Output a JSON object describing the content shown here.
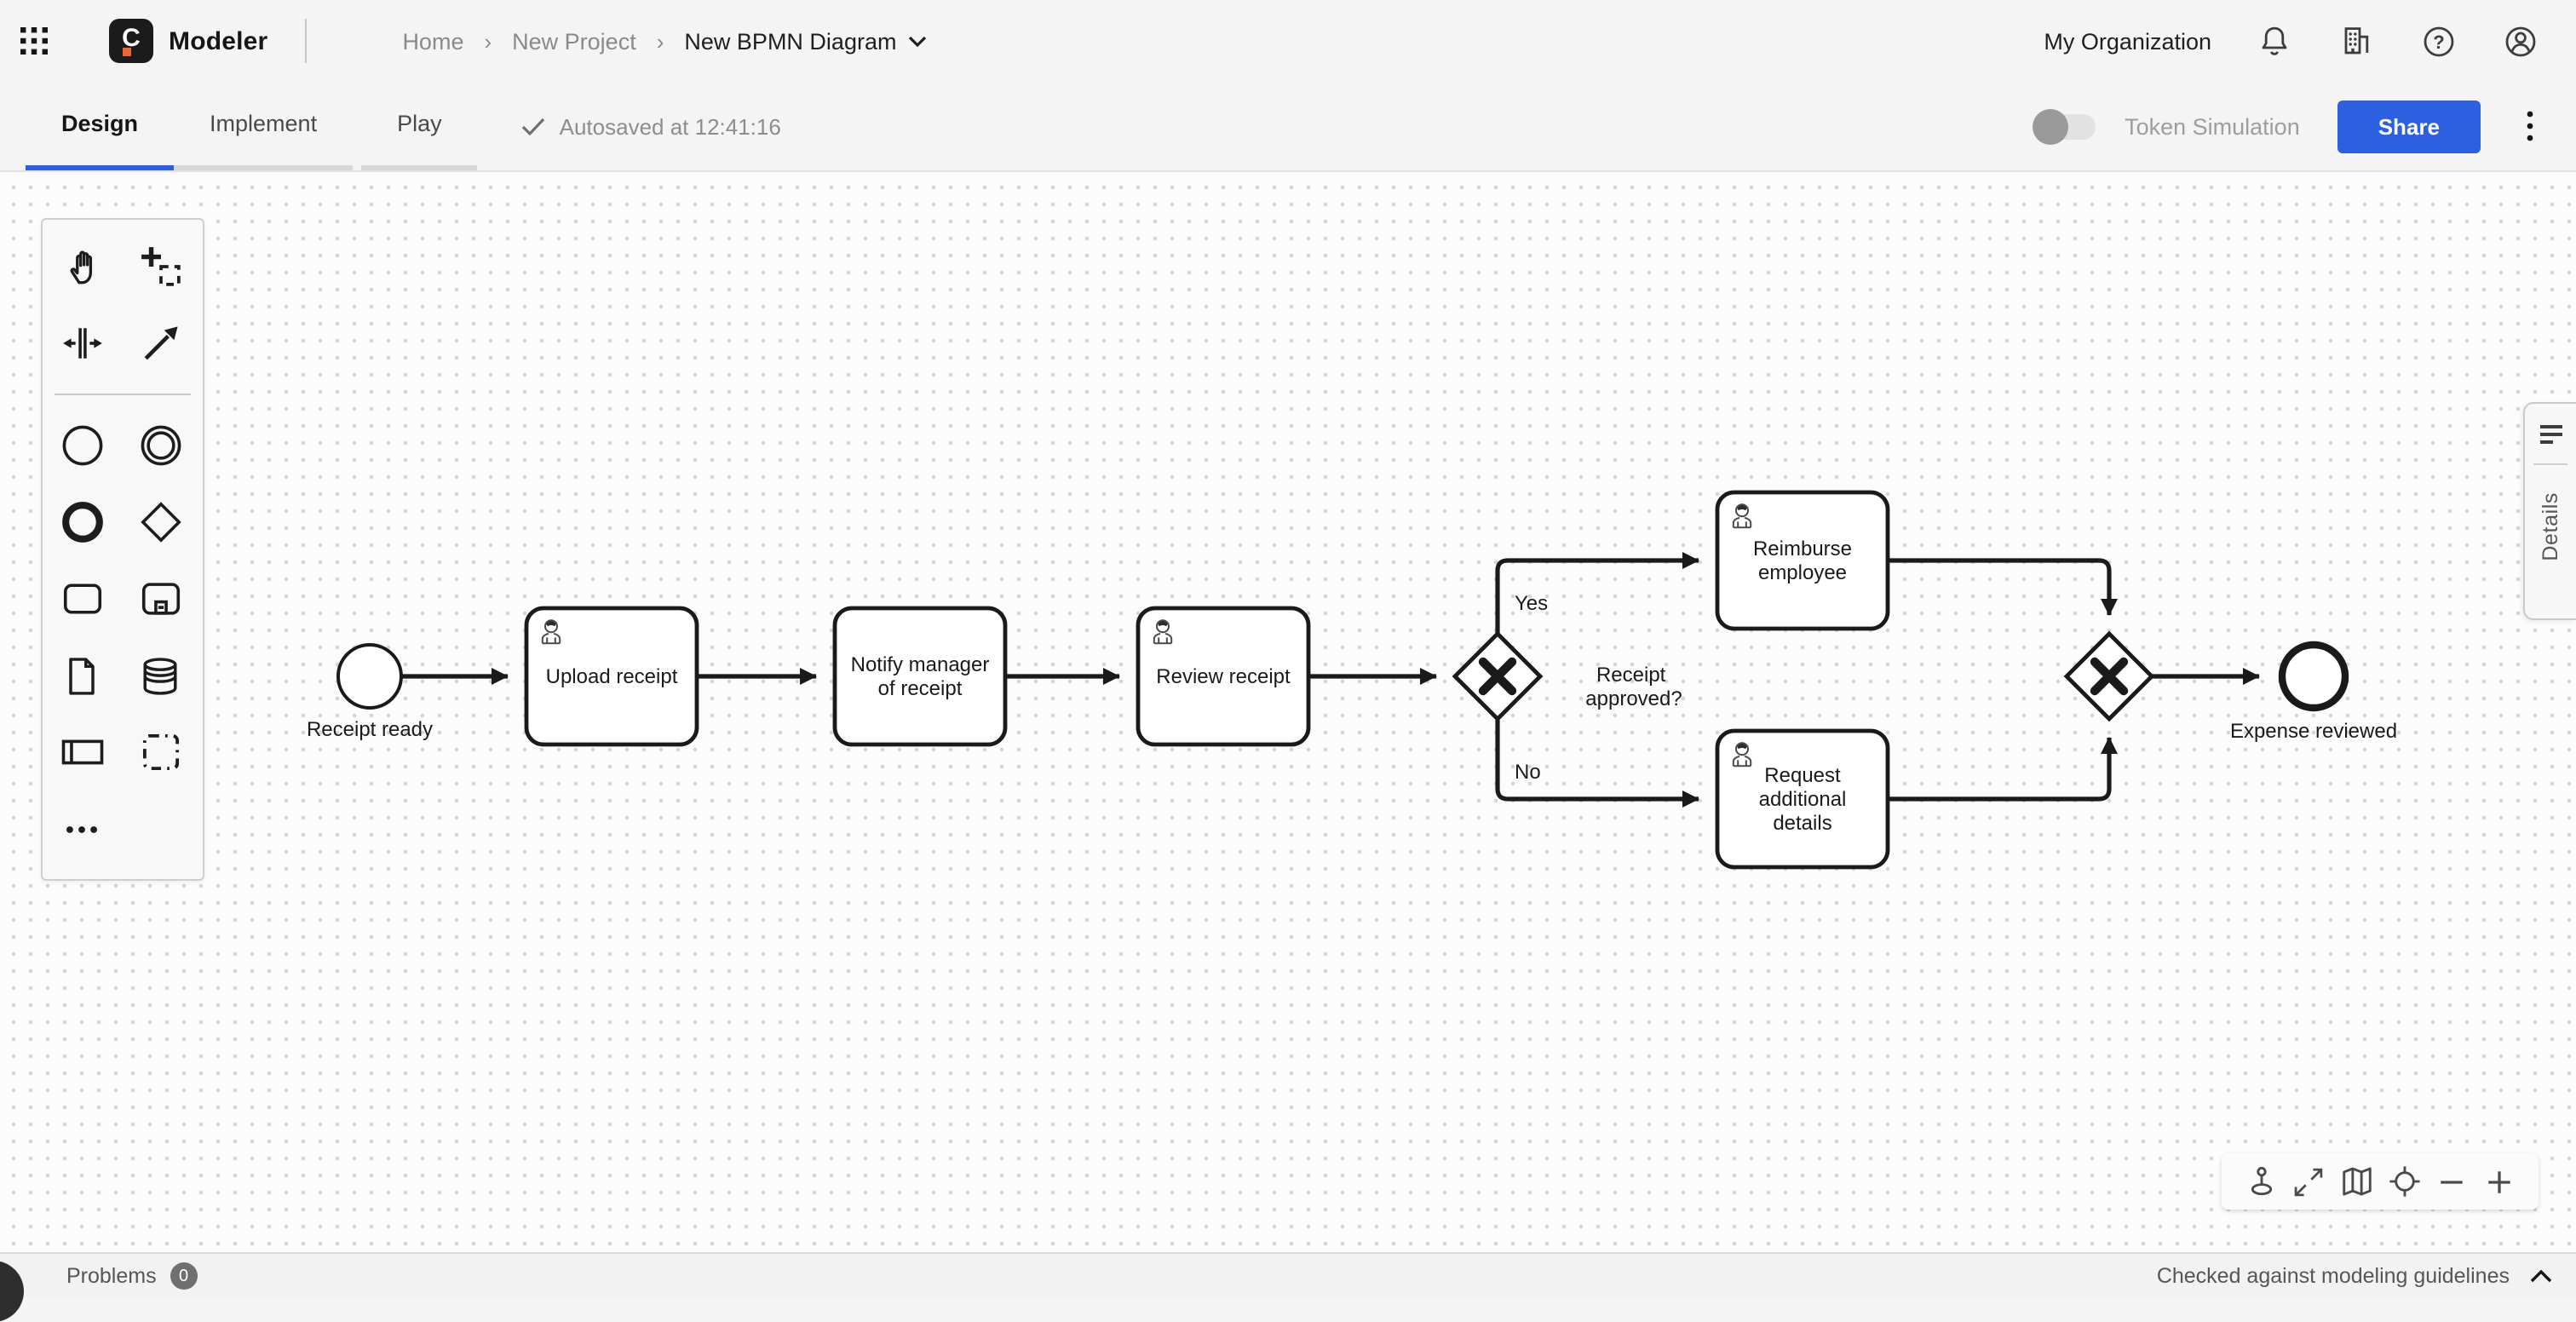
{
  "header": {
    "product": "Modeler",
    "breadcrumbs": [
      "Home",
      "New Project",
      "New BPMN Diagram"
    ],
    "crumb_separator": "›",
    "org": "My Organization",
    "icons": [
      "app-switcher-icon",
      "bell-icon",
      "building-icon",
      "help-icon",
      "account-icon"
    ]
  },
  "toolbar": {
    "tabs": [
      "Design",
      "Implement",
      "Play"
    ],
    "active_tab": "Design",
    "autosave": "Autosaved at 12:41:16",
    "token_simulation_label": "Token Simulation",
    "token_simulation_on": false,
    "share_label": "Share"
  },
  "palette": {
    "items": [
      "hand-tool",
      "lasso-tool",
      "space-tool",
      "global-connect-tool",
      "create-start-event",
      "create-intermediate-event",
      "create-end-event",
      "create-gateway",
      "create-task",
      "create-subprocess",
      "create-data-object",
      "create-data-store",
      "create-participant",
      "create-group",
      "more-tools"
    ]
  },
  "diagram": {
    "start_label": "Receipt ready",
    "end_label": "Expense reviewed",
    "yes_label": "Yes",
    "no_label": "No",
    "gateway_question": [
      "Receipt",
      "approved?"
    ],
    "tasks": [
      {
        "lines": [
          "Upload receipt"
        ]
      },
      {
        "lines": [
          "Notify manager",
          "of receipt"
        ]
      },
      {
        "lines": [
          "Review receipt"
        ]
      },
      {
        "lines": [
          "Reimburse",
          "employee"
        ]
      },
      {
        "lines": [
          "Request",
          "additional",
          "details"
        ]
      }
    ]
  },
  "canvas_controls": {
    "items": [
      "pan-mode-icon",
      "fit-viewport-icon",
      "minimap-icon",
      "reset-origin-icon",
      "zoom-out-icon",
      "zoom-in-icon"
    ]
  },
  "side_panel": {
    "details_label": "Details"
  },
  "statusbar": {
    "problems_label": "Problems",
    "problems_count": "0",
    "guidelines_label": "Checked against modeling guidelines"
  },
  "colors": {
    "accent": "#2d5fe1",
    "logo_bg": "#1b1b1b",
    "logo_accent": "#f0652f",
    "ink": "#161616"
  }
}
